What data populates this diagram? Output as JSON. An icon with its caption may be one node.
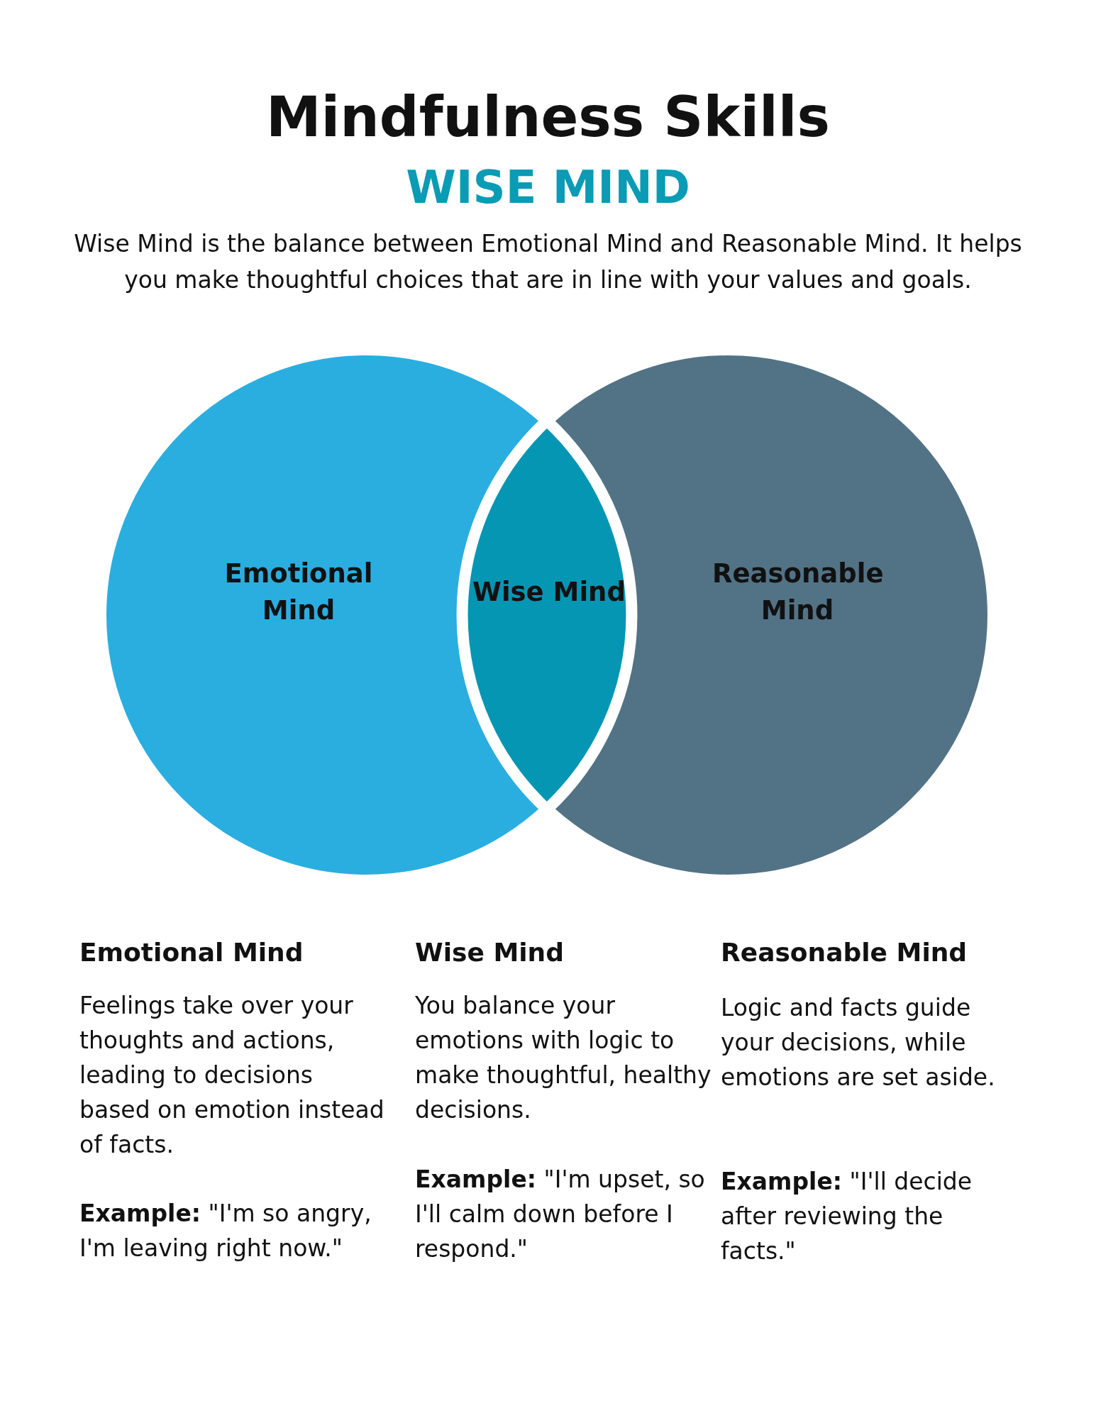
{
  "diagram": {
    "title": "Mindfulness Skills",
    "nodes": [
      {
        "text": [
          "Emotional Mind"
        ]
      },
      {
        "text": [
          "Reasonable Mind"
        ]
      },
      {
        "text": [
          "Wise Mind"
        ]
      }
    ],
    "labels": [
      "WISE MIND",
      "Wise Mind is the balance between Emotional Mind and Reasonable Mind. It helps you make thoughtful choices that are in line with your values and goals.",
      "Emotional Mind",
      "Wise Mind",
      "Reasonable Mind",
      "Feelings take over your thoughts and actions, leading to decisions based on emotion instead of facts.",
      "You balance your emotions with logic to make thoughtful, healthy decisions.",
      "Logic and facts guide your decisions, while emotions are set aside.",
      "**Example:** \"I'm so angry, I'm leaving right now.\"",
      "**Example:** \"I'm upset, so I'll calm down before I respond.\"",
      "**Example:** \"I'll decide after reviewing the facts.\""
    ]
  }
}
